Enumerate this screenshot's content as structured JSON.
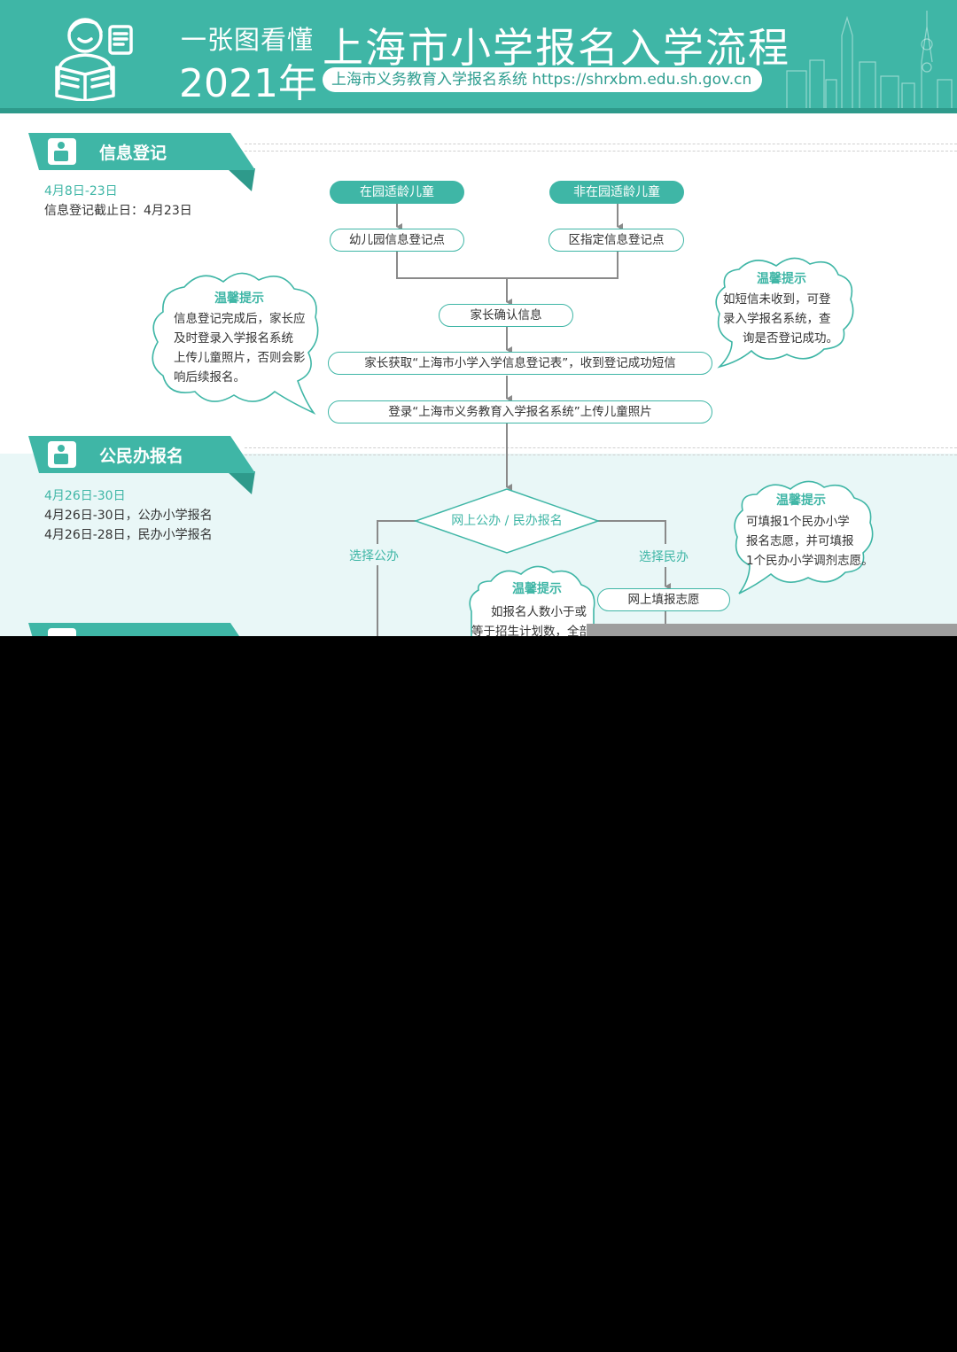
{
  "header": {
    "line1": "一张图看懂",
    "year": "2021年",
    "title": "上海市小学报名入学流程",
    "system": "上海市义务教育入学报名系统 https://shrxbm.edu.sh.gov.cn"
  },
  "sections": {
    "info": {
      "title": "信息登记",
      "date_range": "4月8日-23日",
      "deadline": "信息登记截止日：4月23日"
    },
    "register": {
      "title": "公民办报名",
      "date_range": "4月26日-30日",
      "line1": "4月26日-30日，公办小学报名",
      "line2": "4月26日-28日，民办小学报名"
    }
  },
  "flow": {
    "in_kindergarten": "在园适龄儿童",
    "not_in_kindergarten": "非在园适龄儿童",
    "kindergarten_point": "幼儿园信息登记点",
    "district_point": "区指定信息登记点",
    "parent_confirm": "家长确认信息",
    "get_form": "家长获取“上海市小学入学信息登记表”，收到登记成功短信",
    "upload_photo": "登录“上海市义务教育入学报名系统”上传儿童照片",
    "online_choice": "网上公办 / 民办报名",
    "choose_public": "选择公办",
    "choose_private": "选择民办",
    "fill_wish": "网上填报志愿"
  },
  "tips": {
    "left": {
      "title": "温馨提示",
      "lines": [
        "信息登记完成后，家长应",
        "及时登录入学报名系统",
        "上传儿童照片，否则会影",
        "响后续报名。"
      ]
    },
    "right": {
      "title": "温馨提示",
      "lines": [
        "如短信未收到，可登",
        "录入学报名系统，查",
        "询是否登记成功。"
      ]
    },
    "private": {
      "title": "温馨提示",
      "lines": [
        "可填报1个民办小学",
        "报名志愿，并可填报",
        "1个民办小学调剂志愿。"
      ]
    },
    "lottery": {
      "title": "温馨提示",
      "lines": [
        "如报名人数小于或",
        "等于招生计划数，全部"
      ]
    }
  },
  "colors": {
    "teal": "#3fb6a6",
    "teal_dark": "#2e9a8b",
    "light_bg": "#e9f7f7",
    "text": "#333333"
  }
}
